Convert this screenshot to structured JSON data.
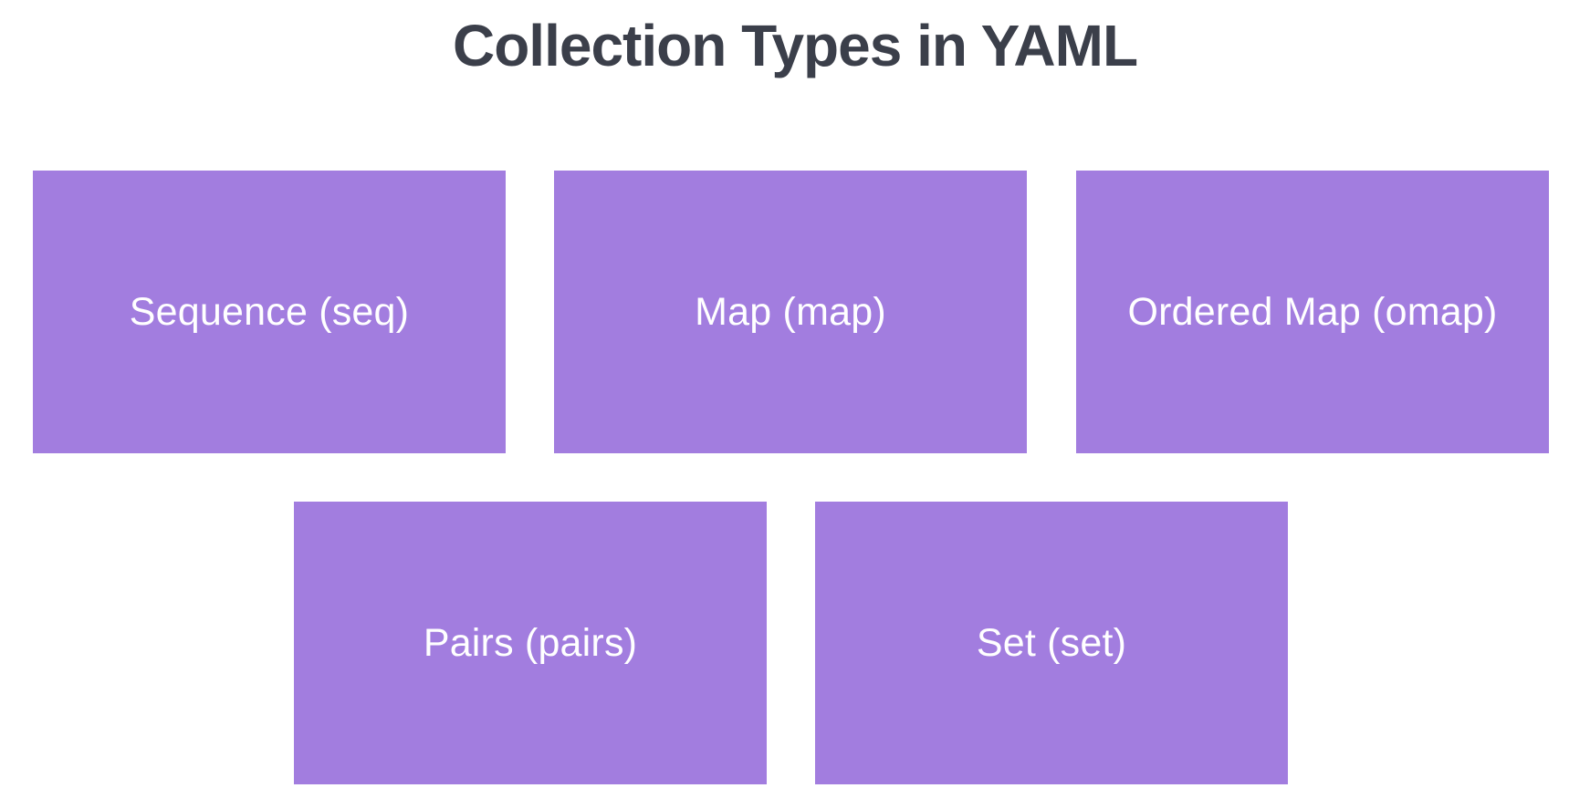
{
  "title": "Collection Types in YAML",
  "colors": {
    "box_fill": "#a27ddf",
    "title_text": "#3b3f4a",
    "box_text": "#ffffff",
    "background": "#ffffff"
  },
  "collection_types": [
    {
      "label": "Sequence (seq)"
    },
    {
      "label": "Map (map)"
    },
    {
      "label": "Ordered Map (omap)"
    },
    {
      "label": "Pairs (pairs)"
    },
    {
      "label": "Set (set)"
    }
  ]
}
